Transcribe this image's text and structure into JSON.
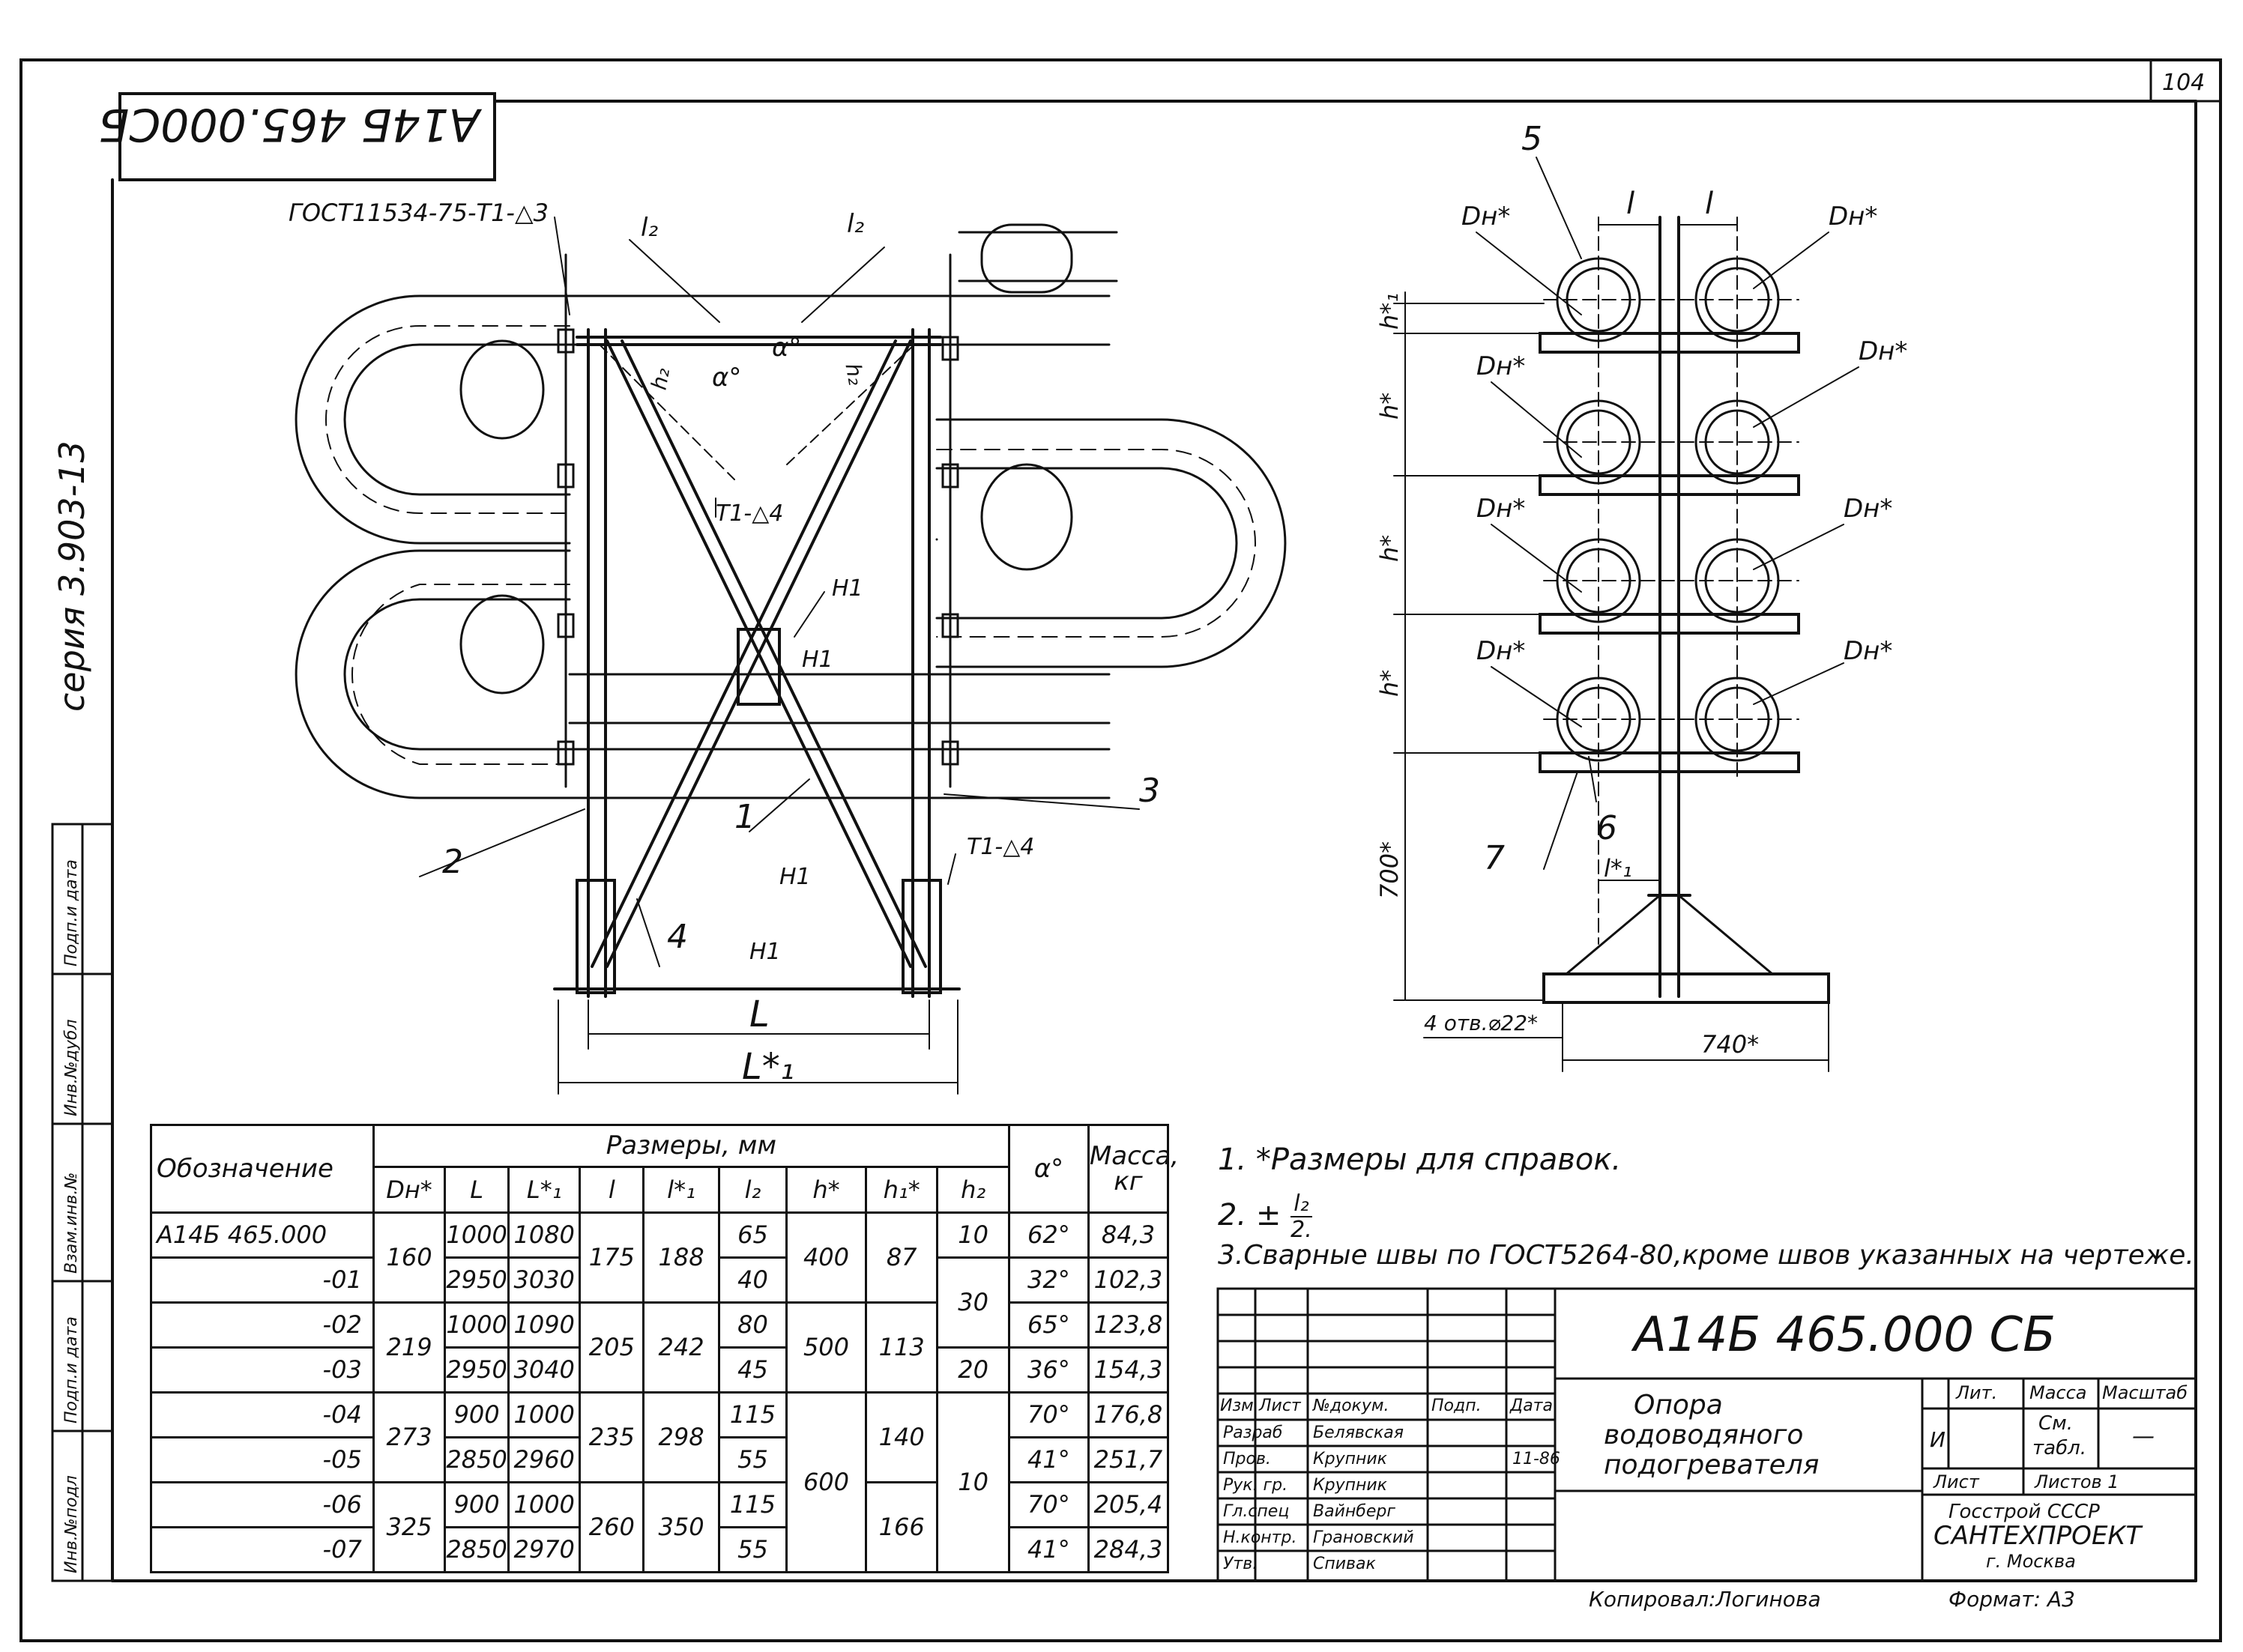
{
  "frame": {
    "sheet_number": "104",
    "doc_code_rotated": "А14Б 465.000СБ",
    "series": "серия 3.903-13"
  },
  "side_stamp": [
    "Инв.№подл",
    "Подп.и дата",
    "Взам.инв.№",
    "Инв.№дубл",
    "Подп.и дата"
  ],
  "left_view": {
    "gost_weld": "ГОСТ11534-75-Т1-△3",
    "l2_left": "l₂",
    "l2_right": "l₂",
    "h2_left": "h₂",
    "h2_right": "h₂",
    "alpha_left": "α°",
    "alpha_right": "α°",
    "weld_t1_d4_top": "Т1-△4",
    "weld_t1_d4_bottom": "Т1-△4",
    "h1_a": "Н1",
    "h1_b": "Н1",
    "h1_c": "Н1",
    "h1_d": "Н1",
    "pos_1": "1",
    "pos_2": "2",
    "pos_3": "3",
    "pos_4": "4",
    "dim_L": "L",
    "dim_L1": "L*₁"
  },
  "right_view": {
    "pos_5": "5",
    "pos_6": "6",
    "pos_7": "7",
    "dn": "Dн*",
    "dim_l_left": "l",
    "dim_l_right": "l",
    "dim_h1": "h*₁",
    "dim_h_a": "h*",
    "dim_h_b": "h*",
    "dim_h_c": "h*",
    "dim_700": "700*",
    "dim_l1": "l*₁",
    "holes": "4 отв.⌀22*",
    "dim_740": "740*"
  },
  "table": {
    "col_designation": "Обозначение",
    "group_header": "Размеры, мм",
    "col_dn": "Dн*",
    "col_L": "L",
    "col_L1": "L*₁",
    "col_l": "l",
    "col_l1": "l*₁",
    "col_l2": "l₂",
    "col_h": "h*",
    "col_h1": "h₁*",
    "col_h2": "h₂",
    "col_alpha": "α°",
    "col_mass": "Масса, кг",
    "rows": [
      {
        "des": "А14Б 465.000",
        "L": "1000",
        "L1": "1080",
        "l2": "65",
        "alpha": "62°",
        "mass": "84,3"
      },
      {
        "des": "-01",
        "L": "2950",
        "L1": "3030",
        "l2": "40",
        "alpha": "32°",
        "mass": "102,3"
      },
      {
        "des": "-02",
        "L": "1000",
        "L1": "1090",
        "l2": "80",
        "alpha": "65°",
        "mass": "123,8"
      },
      {
        "des": "-03",
        "L": "2950",
        "L1": "3040",
        "l2": "45",
        "alpha": "36°",
        "mass": "154,3"
      },
      {
        "des": "-04",
        "L": "900",
        "L1": "1000",
        "l2": "115",
        "alpha": "70°",
        "mass": "176,8"
      },
      {
        "des": "-05",
        "L": "2850",
        "L1": "2960",
        "l2": "55",
        "alpha": "41°",
        "mass": "251,7"
      },
      {
        "des": "-06",
        "L": "900",
        "L1": "1000",
        "l2": "115",
        "alpha": "70°",
        "mass": "205,4"
      },
      {
        "des": "-07",
        "L": "2850",
        "L1": "2970",
        "l2": "55",
        "alpha": "41°",
        "mass": "284,3"
      }
    ],
    "dn_groups": [
      "160",
      "219",
      "273",
      "325"
    ],
    "l_groups": [
      "175",
      "205",
      "235",
      "260"
    ],
    "l1_groups": [
      "188",
      "242",
      "298",
      "350"
    ],
    "h_groups": [
      "400",
      "500",
      "600"
    ],
    "h1_groups": [
      "87",
      "113",
      "140",
      "166"
    ],
    "h2_groups": [
      "10",
      "30",
      "20",
      "10"
    ]
  },
  "notes": {
    "n1": "1. *Размеры для справок.",
    "n2_prefix": "2. ±",
    "n2_num": "l₂",
    "n2_den": "2.",
    "n3": "3.Сварные швы по ГОСТ5264-80,кроме швов указанных на чертеже."
  },
  "title_block": {
    "doc_number": "А14Б 465.000 СБ",
    "title_line1": "Опора",
    "title_line2": "водоводяного",
    "title_line3": "подогревателя",
    "hdr_izm": "Изм",
    "hdr_list": "Лист",
    "hdr_ndok": "№докум.",
    "hdr_podp": "Подп.",
    "hdr_data": "Дата",
    "roles": [
      "Разраб",
      "Пров.",
      "Рук. гр.",
      "Гл.спец",
      "Н.контр.",
      "Утв."
    ],
    "names": [
      "Белявская",
      "Крупник",
      "Крупник",
      "Вайнберг",
      "Грановский",
      "Спивак"
    ],
    "date_1": "11-86",
    "lit_label": "Лит.",
    "lit_value": "И",
    "mass_label": "Масса",
    "mass_value": "См.",
    "mass_value2": "табл.",
    "scale_label": "Масштаб",
    "scale_value": "—",
    "sheet_label": "Лист",
    "sheets_label": "Листов 1",
    "org1": "Госстрой СССР",
    "org2": "САНТЕХПРОЕКТ",
    "org3": "г. Москва",
    "copied": "Копировал:Логинова",
    "format": "Формат: А3"
  }
}
